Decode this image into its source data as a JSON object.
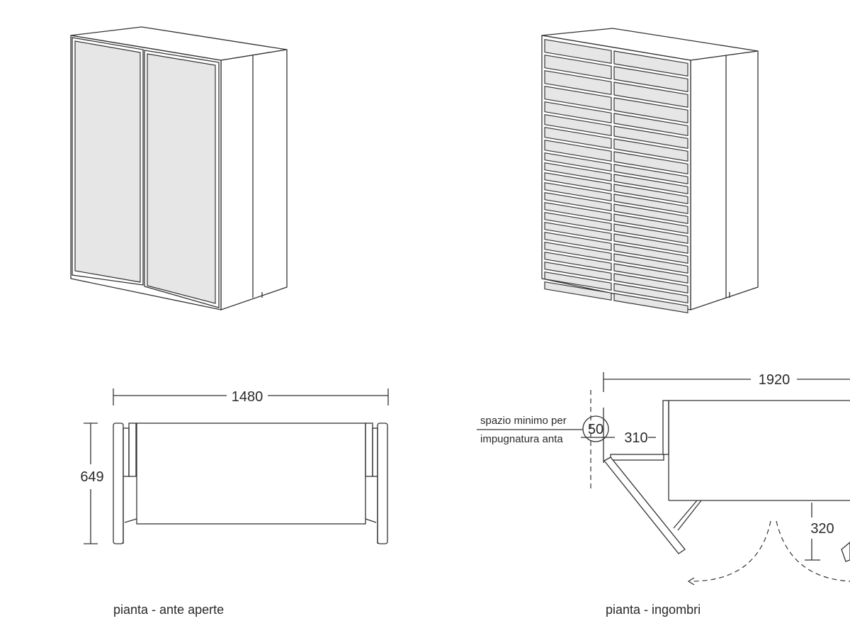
{
  "views": {
    "plan_open": {
      "width_dim": "1480",
      "depth_dim": "649",
      "caption": "pianta - ante aperte"
    },
    "plan_clearance": {
      "width_dim": "1920",
      "handle_space": "50",
      "door_offset": "310",
      "door_projection": "320",
      "note_line1": "spazio minimo per",
      "note_line2": "impugnatura anta",
      "caption": "pianta - ingombri"
    }
  },
  "colors": {
    "line": "#333333",
    "panel": "#e6e6e6"
  }
}
